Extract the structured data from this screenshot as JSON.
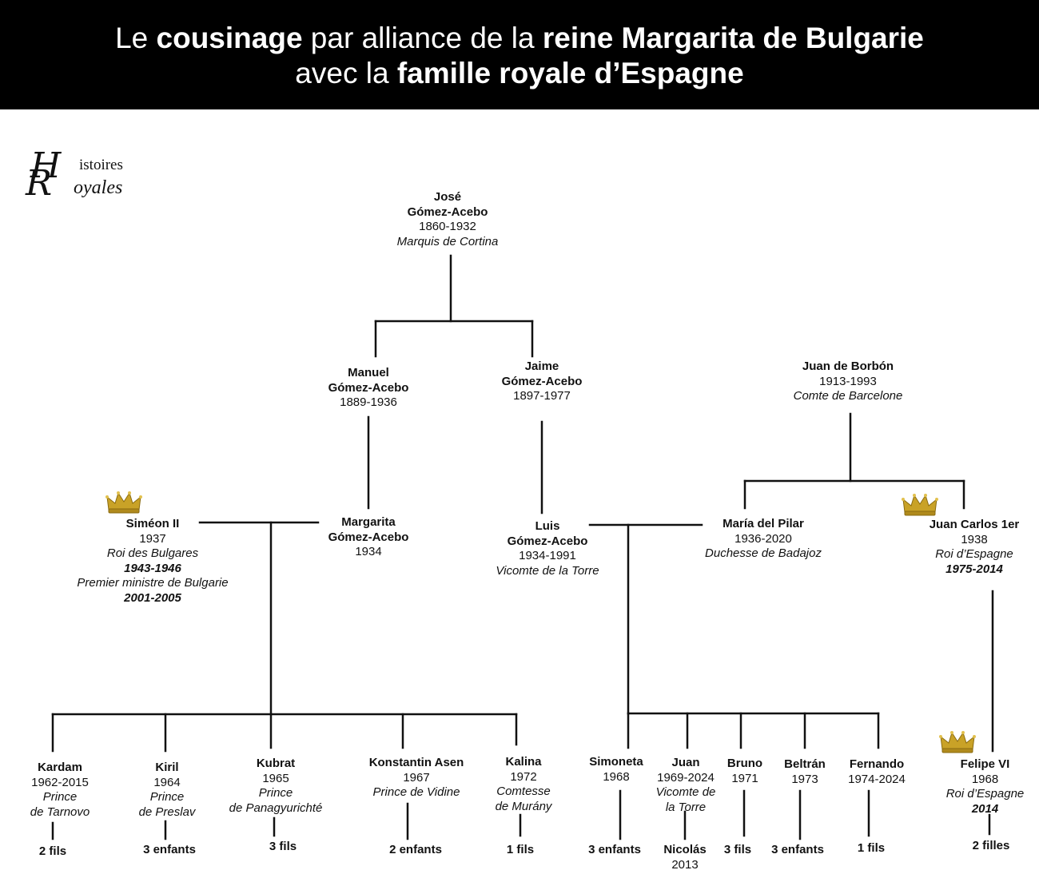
{
  "title": {
    "line1": {
      "p1": "Le ",
      "p2": "cousinage",
      "p3": " par alliance de la ",
      "p4": "reine Margarita de Bulgarie"
    },
    "line2": {
      "p1": "avec la ",
      "p2": "famille royale d’Espagne"
    }
  },
  "logo": {
    "script_h": "H",
    "word1": "istoires",
    "script_r": "R",
    "word2": "oyales"
  },
  "colors": {
    "header_bg": "#000000",
    "header_text": "#ffffff",
    "crown_gold": "#c9a227",
    "line": "#111111"
  },
  "people": {
    "jose": {
      "l1": "José",
      "l2": "Gómez-Acebo",
      "dates": "1860-1932",
      "title": "Marquis de Cortina"
    },
    "manuel": {
      "l1": "Manuel",
      "l2": "Gómez-Acebo",
      "dates": "1889-1936"
    },
    "jaime": {
      "l1": "Jaime",
      "l2": "Gómez-Acebo",
      "dates": "1897-1977"
    },
    "juan_borbon": {
      "l1": "Juan de Borbón",
      "dates": "1913-1993",
      "title": "Comte de Barcelone"
    },
    "simeon": {
      "l1": "Siméon II",
      "dates": "1937",
      "t1": "Roi des Bulgares",
      "t2": "1943-1946",
      "t3": "Premier ministre de Bulgarie",
      "t4": "2001-2005"
    },
    "margarita": {
      "l1": "Margarita",
      "l2": "Gómez-Acebo",
      "dates": "1934"
    },
    "luis": {
      "l1": "Luis",
      "l2": "Gómez-Acebo",
      "dates": "1934-1991",
      "title": "Vicomte de la Torre"
    },
    "pilar": {
      "l1": "María del Pilar",
      "dates": "1936-2020",
      "title": "Duchesse de Badajoz"
    },
    "juan_carlos": {
      "l1": "Juan Carlos 1er",
      "dates": "1938",
      "t1": "Roi d’Espagne",
      "t2": "1975-2014"
    },
    "kardam": {
      "l1": "Kardam",
      "dates": "1962-2015",
      "t1": "Prince",
      "t2": "de Tarnovo",
      "desc": "2 fils"
    },
    "kiril": {
      "l1": "Kiril",
      "dates": "1964",
      "t1": "Prince",
      "t2": "de Preslav",
      "desc": "3 enfants"
    },
    "kubrat": {
      "l1": "Kubrat",
      "dates": "1965",
      "t1": "Prince",
      "t2": "de Panagyurichté",
      "desc": "3 fils"
    },
    "konstantin": {
      "l1": "Konstantin Asen",
      "dates": "1967",
      "t1": "Prince de Vidine",
      "desc": "2 enfants"
    },
    "kalina": {
      "l1": "Kalina",
      "dates": "1972",
      "t1": "Comtesse",
      "t2": "de Murány",
      "desc": "1 fils"
    },
    "simoneta": {
      "l1": "Simoneta",
      "dates": "1968",
      "desc": "3 enfants"
    },
    "juan": {
      "l1": "Juan",
      "dates": "1969-2024",
      "t1": "Vicomte de",
      "t2": "la Torre",
      "child_name": "Nicolás",
      "child_date": "2013"
    },
    "bruno": {
      "l1": "Bruno",
      "dates": "1971",
      "desc": "3 fils"
    },
    "beltran": {
      "l1": "Beltrán",
      "dates": "1973",
      "desc": "3 enfants"
    },
    "fernando": {
      "l1": "Fernando",
      "dates": "1974-2024",
      "desc": "1 fils"
    },
    "felipe": {
      "l1": "Felipe VI",
      "dates": "1968",
      "t1": "Roi d’Espagne",
      "t2": "2014",
      "desc": "2 filles"
    }
  }
}
